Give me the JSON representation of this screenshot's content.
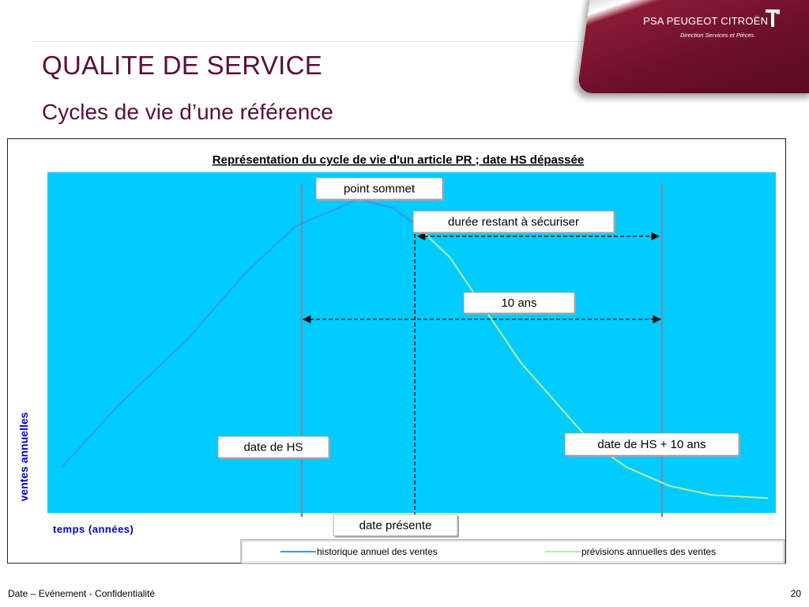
{
  "brand": {
    "name": "PSA PEUGEOT CITROËN",
    "subtitle": "Direction Services et Pièces",
    "color": "#6b0f2a"
  },
  "slide": {
    "title": "QUALITE DE SERVICE",
    "subtitle": "Cycles de vie d’une référence"
  },
  "footer": {
    "left": "Date – Evénement - Confidentialité",
    "page": "20"
  },
  "chart_data": {
    "type": "line",
    "title": "Représentation du cycle de vie d'un article PR ; date HS dépassée",
    "xlabel": "temps (années)",
    "ylabel": "ventes annuelles",
    "plot_background": "#00ccff",
    "grid": false,
    "legend_position": "bottom-right",
    "series": [
      {
        "name": "historique annuel des ventes",
        "color": "#3399ee",
        "points": [
          [
            0.0,
            0.12
          ],
          [
            0.08,
            0.32
          ],
          [
            0.18,
            0.54
          ],
          [
            0.26,
            0.75
          ],
          [
            0.33,
            0.9
          ],
          [
            0.42,
            0.99
          ],
          [
            0.47,
            0.96
          ],
          [
            0.5,
            0.91
          ]
        ]
      },
      {
        "name": "prévisions annuelles des ventes",
        "color": "#b5ef9a",
        "points": [
          [
            0.5,
            0.91
          ],
          [
            0.55,
            0.8
          ],
          [
            0.6,
            0.63
          ],
          [
            0.65,
            0.46
          ],
          [
            0.7,
            0.33
          ],
          [
            0.75,
            0.2
          ],
          [
            0.8,
            0.12
          ],
          [
            0.86,
            0.06
          ],
          [
            0.92,
            0.03
          ],
          [
            1.0,
            0.02
          ]
        ]
      }
    ],
    "reference_lines": [
      {
        "name": "date de HS",
        "kind": "solid",
        "x": 0.34
      },
      {
        "name": "date présente",
        "kind": "dashed",
        "x": 0.5
      },
      {
        "name": "date de HS + 10 ans",
        "kind": "solid",
        "x": 0.85
      }
    ],
    "annotations": [
      {
        "name": "point-sommet",
        "text": "point sommet"
      },
      {
        "name": "duree-restant",
        "text": "durée restant à sécuriser"
      },
      {
        "name": "dix-ans",
        "text": "10 ans"
      },
      {
        "name": "date-hs",
        "text": "date de HS"
      },
      {
        "name": "date-hs-10",
        "text": "date de HS + 10 ans"
      },
      {
        "name": "date-presente",
        "text": "date présente"
      }
    ]
  }
}
